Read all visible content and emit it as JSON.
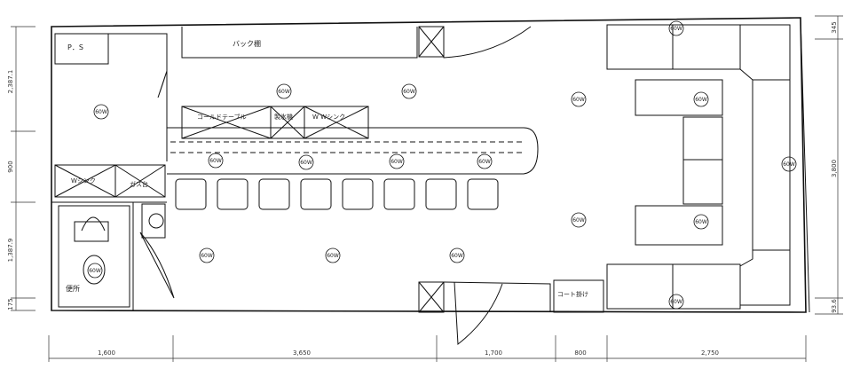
{
  "rooms": {
    "ps": "P．S",
    "toilet": "便所",
    "back_shelf": "バック棚",
    "cold_table": "コールドテーブル",
    "ice_maker": "製氷機",
    "w_sink": "W  Wシンク",
    "w_sink_left": "Wシンク",
    "gas_stove": "ガス台",
    "coat_hanger": "コート掛け"
  },
  "lamp_label": "60W",
  "dimensions": {
    "horizontal": [
      "1,600",
      "3,650",
      "1,700",
      "800",
      "2,750"
    ],
    "left_vertical": [
      "2,387.1",
      "900",
      "1,387.9",
      "175"
    ],
    "right_vertical": [
      "345",
      "3,800",
      "93.6"
    ]
  }
}
